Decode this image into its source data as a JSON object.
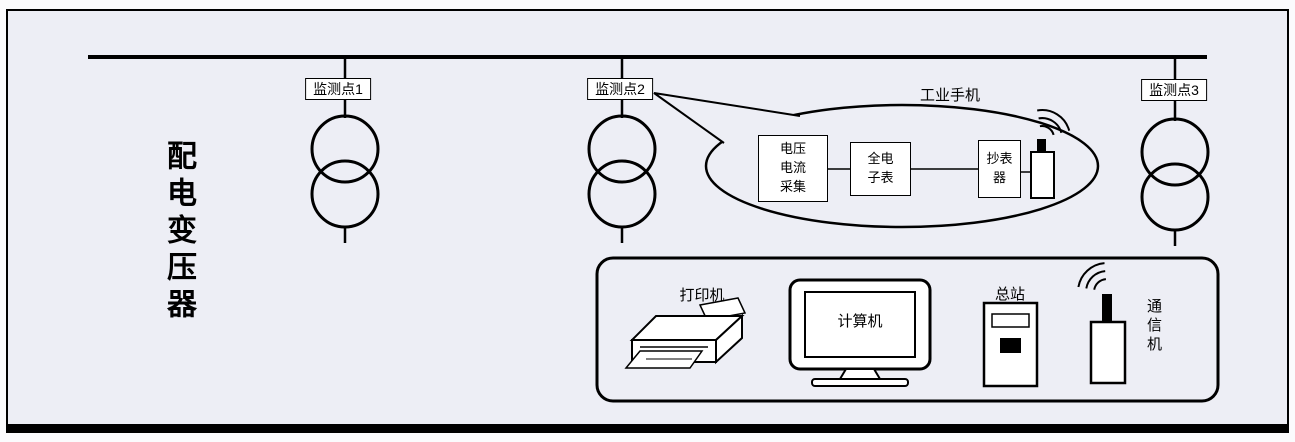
{
  "left_label": "配电变压器",
  "monitor_points": [
    {
      "label": "监测点1"
    },
    {
      "label": "监测点2"
    },
    {
      "label": "监测点3"
    }
  ],
  "callout": {
    "title": "工业手机",
    "collect_box": "电压\n电流\n采集",
    "meter_box": "全电\n子表",
    "reader_box": "抄表\n器"
  },
  "panel": {
    "printer": "打印机",
    "computer": "计算机",
    "station": "总站",
    "comm": "通信机"
  },
  "colors": {
    "background": "#edeef5",
    "line": "#000000",
    "box_fill": "#ffffff"
  }
}
